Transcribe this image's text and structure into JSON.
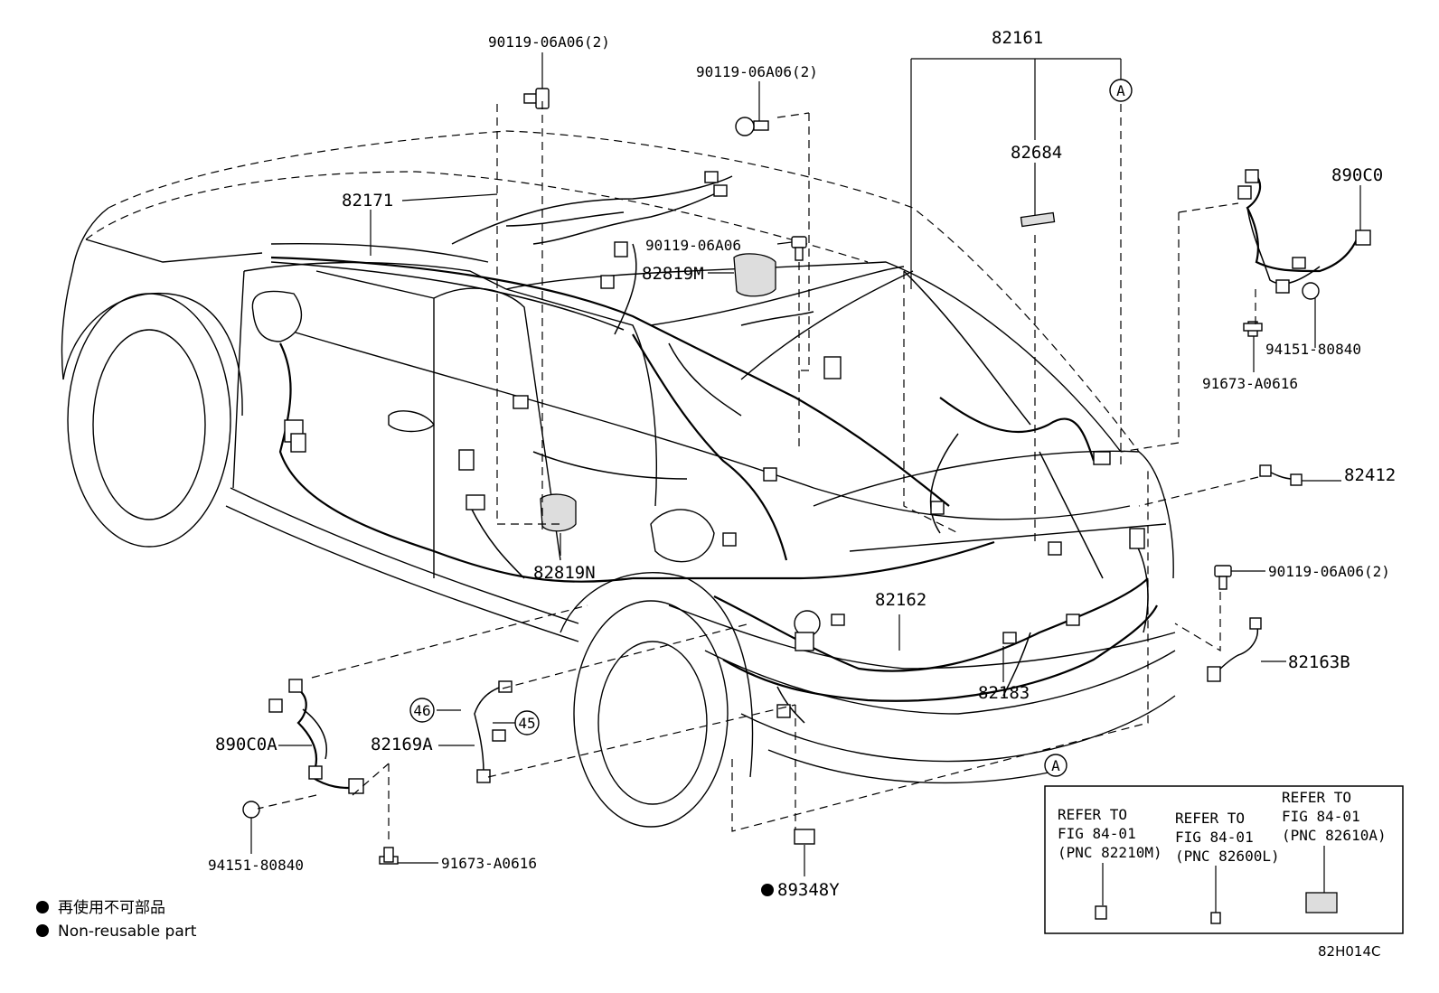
{
  "labels": {
    "p82161": "82161",
    "p82684": "82684",
    "p82171": "82171",
    "p90119_top": "90119-06A06(2)",
    "p90119_mid": "90119-06A06(2)",
    "p90119_single": "90119-06A06",
    "p82819M": "82819M",
    "p82819N": "82819N",
    "p890C0": "890C0",
    "p94151_right": "94151-80840",
    "p91673_right": "91673-A0616",
    "p82412": "82412",
    "p90119_right": "90119-06A06(2)",
    "p82163B": "82163B",
    "p82162": "82162",
    "p82183": "82183",
    "p890C0A": "890C0A",
    "p82169A": "82169A",
    "p94151_left": "94151-80840",
    "p91673_left": "91673-A0616",
    "p89348Y": "89348Y",
    "circ46": "46",
    "circ45": "45",
    "circA_top": "A",
    "circA_box": "A"
  },
  "refer_box": {
    "col1": [
      "REFER TO",
      "FIG 84-01",
      "(PNC 82210M)"
    ],
    "col2": [
      "REFER TO",
      "FIG 84-01",
      "(PNC 82600L)"
    ],
    "col3": [
      "REFER TO",
      "FIG 84-01",
      "(PNC 82610A)"
    ]
  },
  "legend": {
    "jp": "再使用不可部品",
    "en": "Non-reusable part"
  },
  "figure_code": "82H014C"
}
